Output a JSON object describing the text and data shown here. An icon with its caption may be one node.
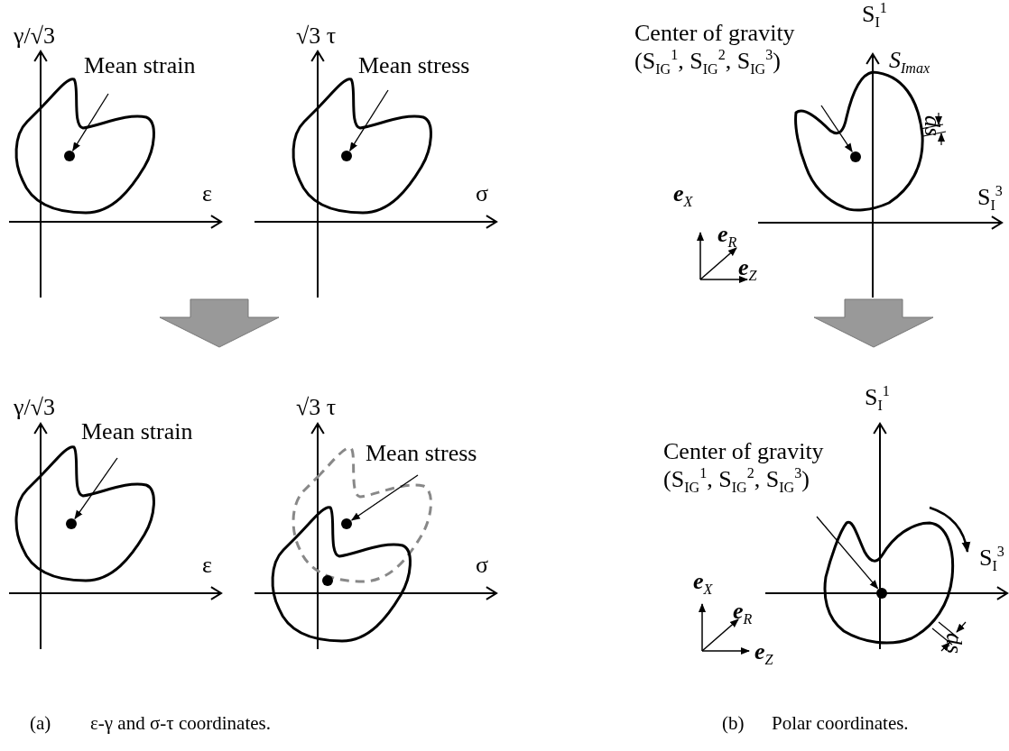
{
  "diagram": {
    "nodes": [
      {
        "text": [
          "Mean strain"
        ]
      },
      {
        "text": [],
        "shape": "circle"
      },
      {
        "text": [
          "Mean stress"
        ]
      },
      {
        "text": [],
        "shape": "circle"
      },
      {
        "text": [
          "Mean strain"
        ]
      },
      {
        "text": [],
        "shape": "circle"
      },
      {
        "text": [
          "Mean stress"
        ]
      },
      {
        "text": [],
        "shape": "circle"
      },
      {
        "text": [],
        "shape": "circle"
      },
      {
        "text": [
          "Center of gravity",
          "(S$_{IG}$$^{1}$, S$_{IG}$$^{2}$, S$_{IG}$$^{3}$)"
        ]
      },
      {
        "text": [],
        "shape": "circle"
      },
      {
        "text": [
          "Center of gravity",
          "(S$_{IG}$$^{1}$, S$_{IG}$$^{2}$, S$_{IG}$$^{3}$)"
        ]
      },
      {
        "text": [],
        "shape": "circle"
      }
    ],
    "edges": [
      {
        "from": 0,
        "to": 1,
        "arrow": "to"
      },
      {
        "from": 2,
        "to": 3,
        "arrow": "to"
      },
      {
        "from": 4,
        "to": 5,
        "arrow": "to"
      },
      {
        "from": 6,
        "to": 7,
        "arrow": "to"
      },
      {
        "from": 9,
        "to": 10,
        "arrow": "to"
      },
      {
        "from": 11,
        "to": 12,
        "arrow": "to"
      }
    ],
    "labels": [
      "γ/√3",
      "√3 τ",
      "S$_{I}$$^{1}$",
      "*S*$_{Imax}$",
      "ds",
      "ε",
      "σ",
      "S$_{I}$$^{3}$",
      "**e**$_{X}$",
      "**e**$_{R}$",
      "**e**$_{Z}$",
      "γ/√3",
      "√3 τ",
      "S$_{I}$$^{1}$",
      "ε",
      "σ",
      "S$_{I}$$^{3}$",
      "**e**$_{X}$",
      "**e**$_{R}$",
      "**e**$_{Z}$",
      "ds",
      "(a)",
      "ε-γ and σ-τ coordinates.",
      "(b)",
      "Polar coordinates."
    ]
  }
}
